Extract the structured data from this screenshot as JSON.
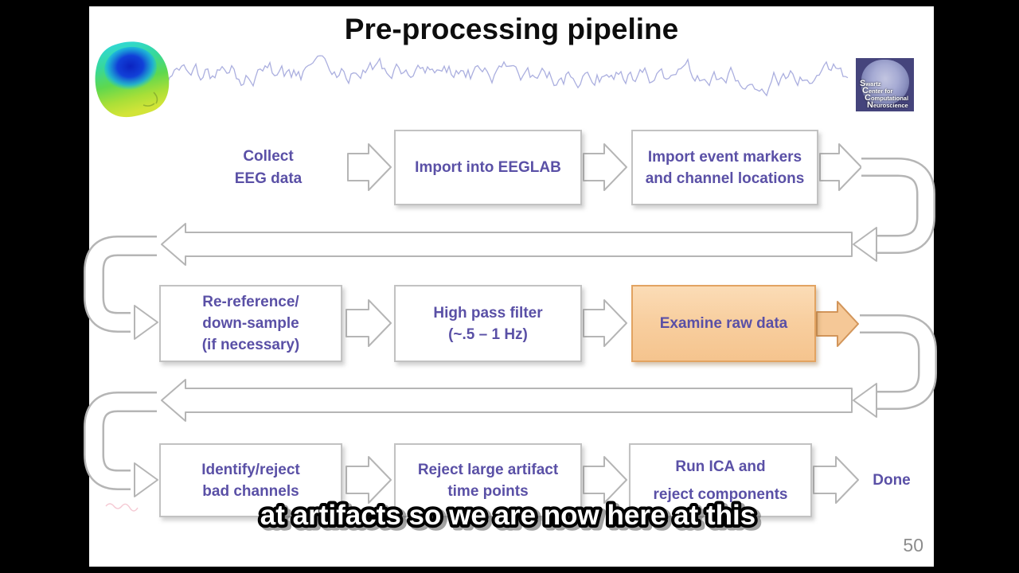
{
  "slide": {
    "title": "Pre-processing pipeline",
    "caption": "at artifacts so we are now here at this",
    "page_number": "50"
  },
  "logo": {
    "lines": [
      "Swartz",
      "Center for",
      "Computational",
      "Neuroscience"
    ]
  },
  "flowchart": {
    "rows": [
      {
        "items": [
          {
            "type": "label",
            "text_lines": [
              "Collect",
              "EEG data"
            ]
          },
          {
            "type": "box",
            "text_lines": [
              "Import into EEGLAB"
            ]
          },
          {
            "type": "box",
            "text_lines": [
              "Import event markers",
              "and channel locations"
            ]
          }
        ]
      },
      {
        "items": [
          {
            "type": "box",
            "text_lines": [
              "Re-reference/",
              "down-sample",
              "(if necessary)"
            ]
          },
          {
            "type": "box",
            "text_lines": [
              "High pass filter",
              "(~.5 – 1 Hz)"
            ]
          },
          {
            "type": "box",
            "highlight": true,
            "text_lines": [
              "Examine raw data"
            ]
          }
        ]
      },
      {
        "items": [
          {
            "type": "box",
            "text_lines": [
              "Identify/reject",
              "bad channels"
            ]
          },
          {
            "type": "box",
            "text_lines": [
              "Reject large artifact",
              "time points"
            ]
          },
          {
            "type": "box",
            "text_lines": [
              "Run ICA and",
              "reject components"
            ]
          },
          {
            "type": "label",
            "text_lines": [
              "Done"
            ]
          }
        ]
      }
    ]
  },
  "colors": {
    "node_text": "#5a50a6",
    "node_border": "#c2c2c2",
    "arrow_outline": "#b5b5b5",
    "highlight_fill": "#f8cfa0",
    "highlight_border": "#e2a361",
    "highlight_arrow_fill": "#f5c897",
    "highlight_arrow_border": "#d2955a",
    "eeg_trace": "#a6abdd",
    "logo_bg": "#45447c",
    "title_color": "#0d0d0d"
  }
}
